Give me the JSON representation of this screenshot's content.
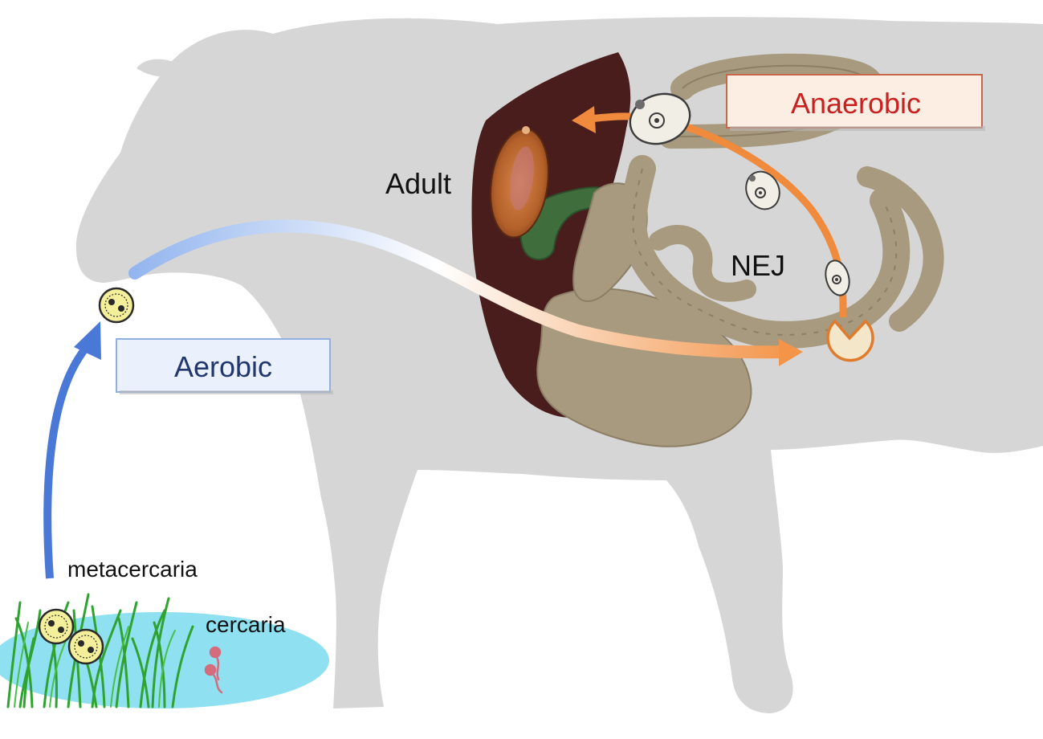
{
  "labels": {
    "anaerobic": "Anaerobic",
    "aerobic": "Aerobic",
    "adult": "Adult",
    "nej": "NEJ",
    "metacercaria": "metacercaria",
    "cercaria": "cercaria"
  },
  "colors": {
    "cow_silhouette": "#d6d6d6",
    "liver": "#4a1d1d",
    "intestine": "#a89a7e",
    "gallbladder": "#3f6e3c",
    "anaerobic_arrow": "#f08a3c",
    "aerobic_arrow": "#4a78d6",
    "anaerobic_text": "#c8211f",
    "aerobic_text": "#22376e",
    "water": "#8fe0f0",
    "grass": "#2fa32f"
  }
}
